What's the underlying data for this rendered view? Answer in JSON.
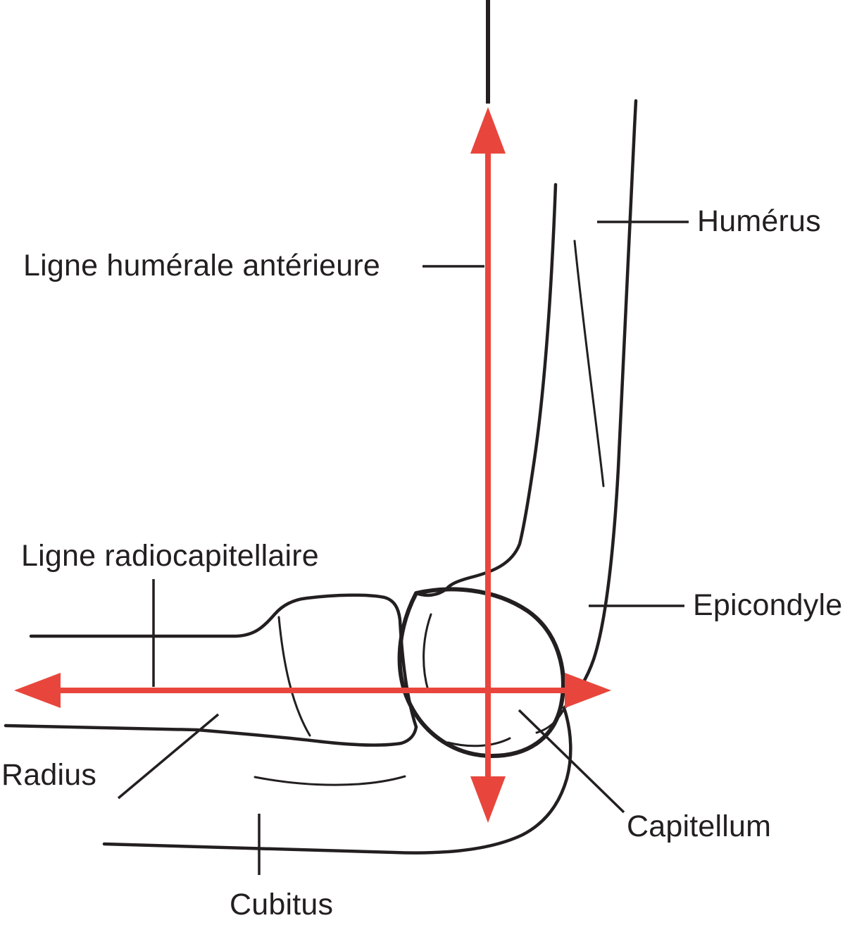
{
  "diagram": {
    "description": "Lateral elbow anatomy diagram showing radiographic alignment lines",
    "labels": {
      "anterior_humeral_line": "Ligne humérale antérieure",
      "radiocapitellar_line": "Ligne radiocapitellaire",
      "humerus": "Humérus",
      "epicondyle": "Epicondyle",
      "radius": "Radius",
      "capitellum": "Capitellum",
      "cubitus": "Cubitus"
    },
    "colors": {
      "line_black": "#231F20",
      "arrow_red": "#E8463C",
      "background": "#FFFFFF",
      "text": "#231F20"
    }
  }
}
